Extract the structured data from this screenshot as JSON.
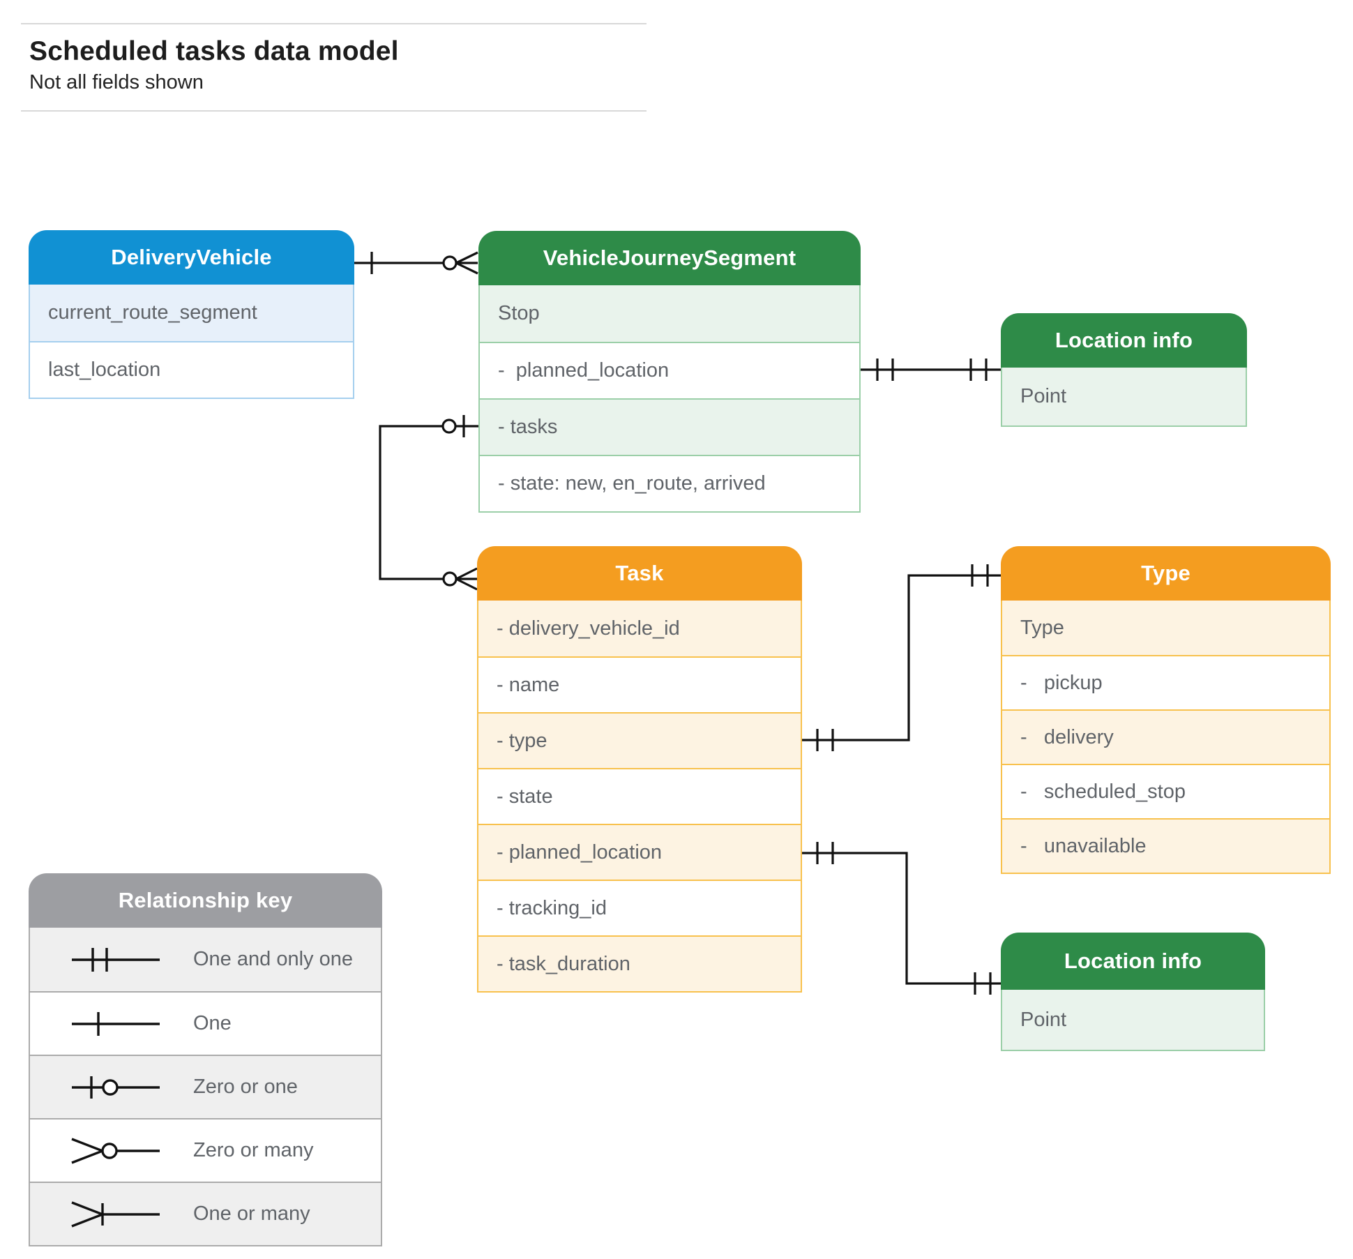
{
  "page": {
    "title": "Scheduled tasks data model",
    "subtitle": "Not all fields shown"
  },
  "colors": {
    "blue_header": "#1191d3",
    "blue_row": "#e7f0fa",
    "blue_border": "#a5cfee",
    "green_header": "#2e8b48",
    "green_row": "#e9f3ec",
    "green_border": "#9bcfa8",
    "orange_header": "#f49d20",
    "orange_row": "#fdf3e2",
    "orange_border": "#f8c14d",
    "gray_header": "#9d9ea2",
    "gray_row": "#efefef",
    "gray_border": "#ababab",
    "connector_line": "#111111",
    "field_text": "#5f6368"
  },
  "entities": {
    "delivery_vehicle": {
      "title": "DeliveryVehicle",
      "fields": [
        "current_route_segment",
        "last_location"
      ]
    },
    "vehicle_journey_segment": {
      "title": "VehicleJourneySegment",
      "fields": [
        "Stop",
        "-  planned_location",
        "- tasks",
        "- state: new, en_route, arrived"
      ]
    },
    "location_info_top": {
      "title": "Location info",
      "fields": [
        "Point"
      ]
    },
    "task": {
      "title": "Task",
      "fields": [
        "- delivery_vehicle_id",
        "- name",
        "- type",
        "- state",
        "- planned_location",
        "- tracking_id",
        "- task_duration"
      ]
    },
    "type": {
      "title": "Type",
      "fields": [
        "Type",
        "-   pickup",
        "-   delivery",
        "-   scheduled_stop",
        "-   unavailable"
      ]
    },
    "location_info_bottom": {
      "title": "Location info",
      "fields": [
        "Point"
      ]
    }
  },
  "legend": {
    "title": "Relationship key",
    "items": [
      {
        "label": "One and only one",
        "symbol": "one-and-only-one"
      },
      {
        "label": "One",
        "symbol": "one"
      },
      {
        "label": "Zero or one",
        "symbol": "zero-or-one"
      },
      {
        "label": "Zero or many",
        "symbol": "zero-or-many"
      },
      {
        "label": "One or many",
        "symbol": "one-or-many"
      }
    ]
  },
  "relationships": [
    {
      "from": "DeliveryVehicle",
      "to": "VehicleJourneySegment",
      "from_cardinality": "one",
      "to_cardinality": "zero-or-many"
    },
    {
      "from": "VehicleJourneySegment.planned_location",
      "to": "Location info",
      "from_cardinality": "one-and-only-one",
      "to_cardinality": "one-and-only-one"
    },
    {
      "from": "VehicleJourneySegment.tasks",
      "to": "Task",
      "from_cardinality": "zero-or-one",
      "to_cardinality": "zero-or-many"
    },
    {
      "from": "Task.type",
      "to": "Type",
      "from_cardinality": "one-and-only-one",
      "to_cardinality": "one-and-only-one"
    },
    {
      "from": "Task.planned_location",
      "to": "Location info",
      "from_cardinality": "one-and-only-one",
      "to_cardinality": "one-and-only-one"
    }
  ]
}
